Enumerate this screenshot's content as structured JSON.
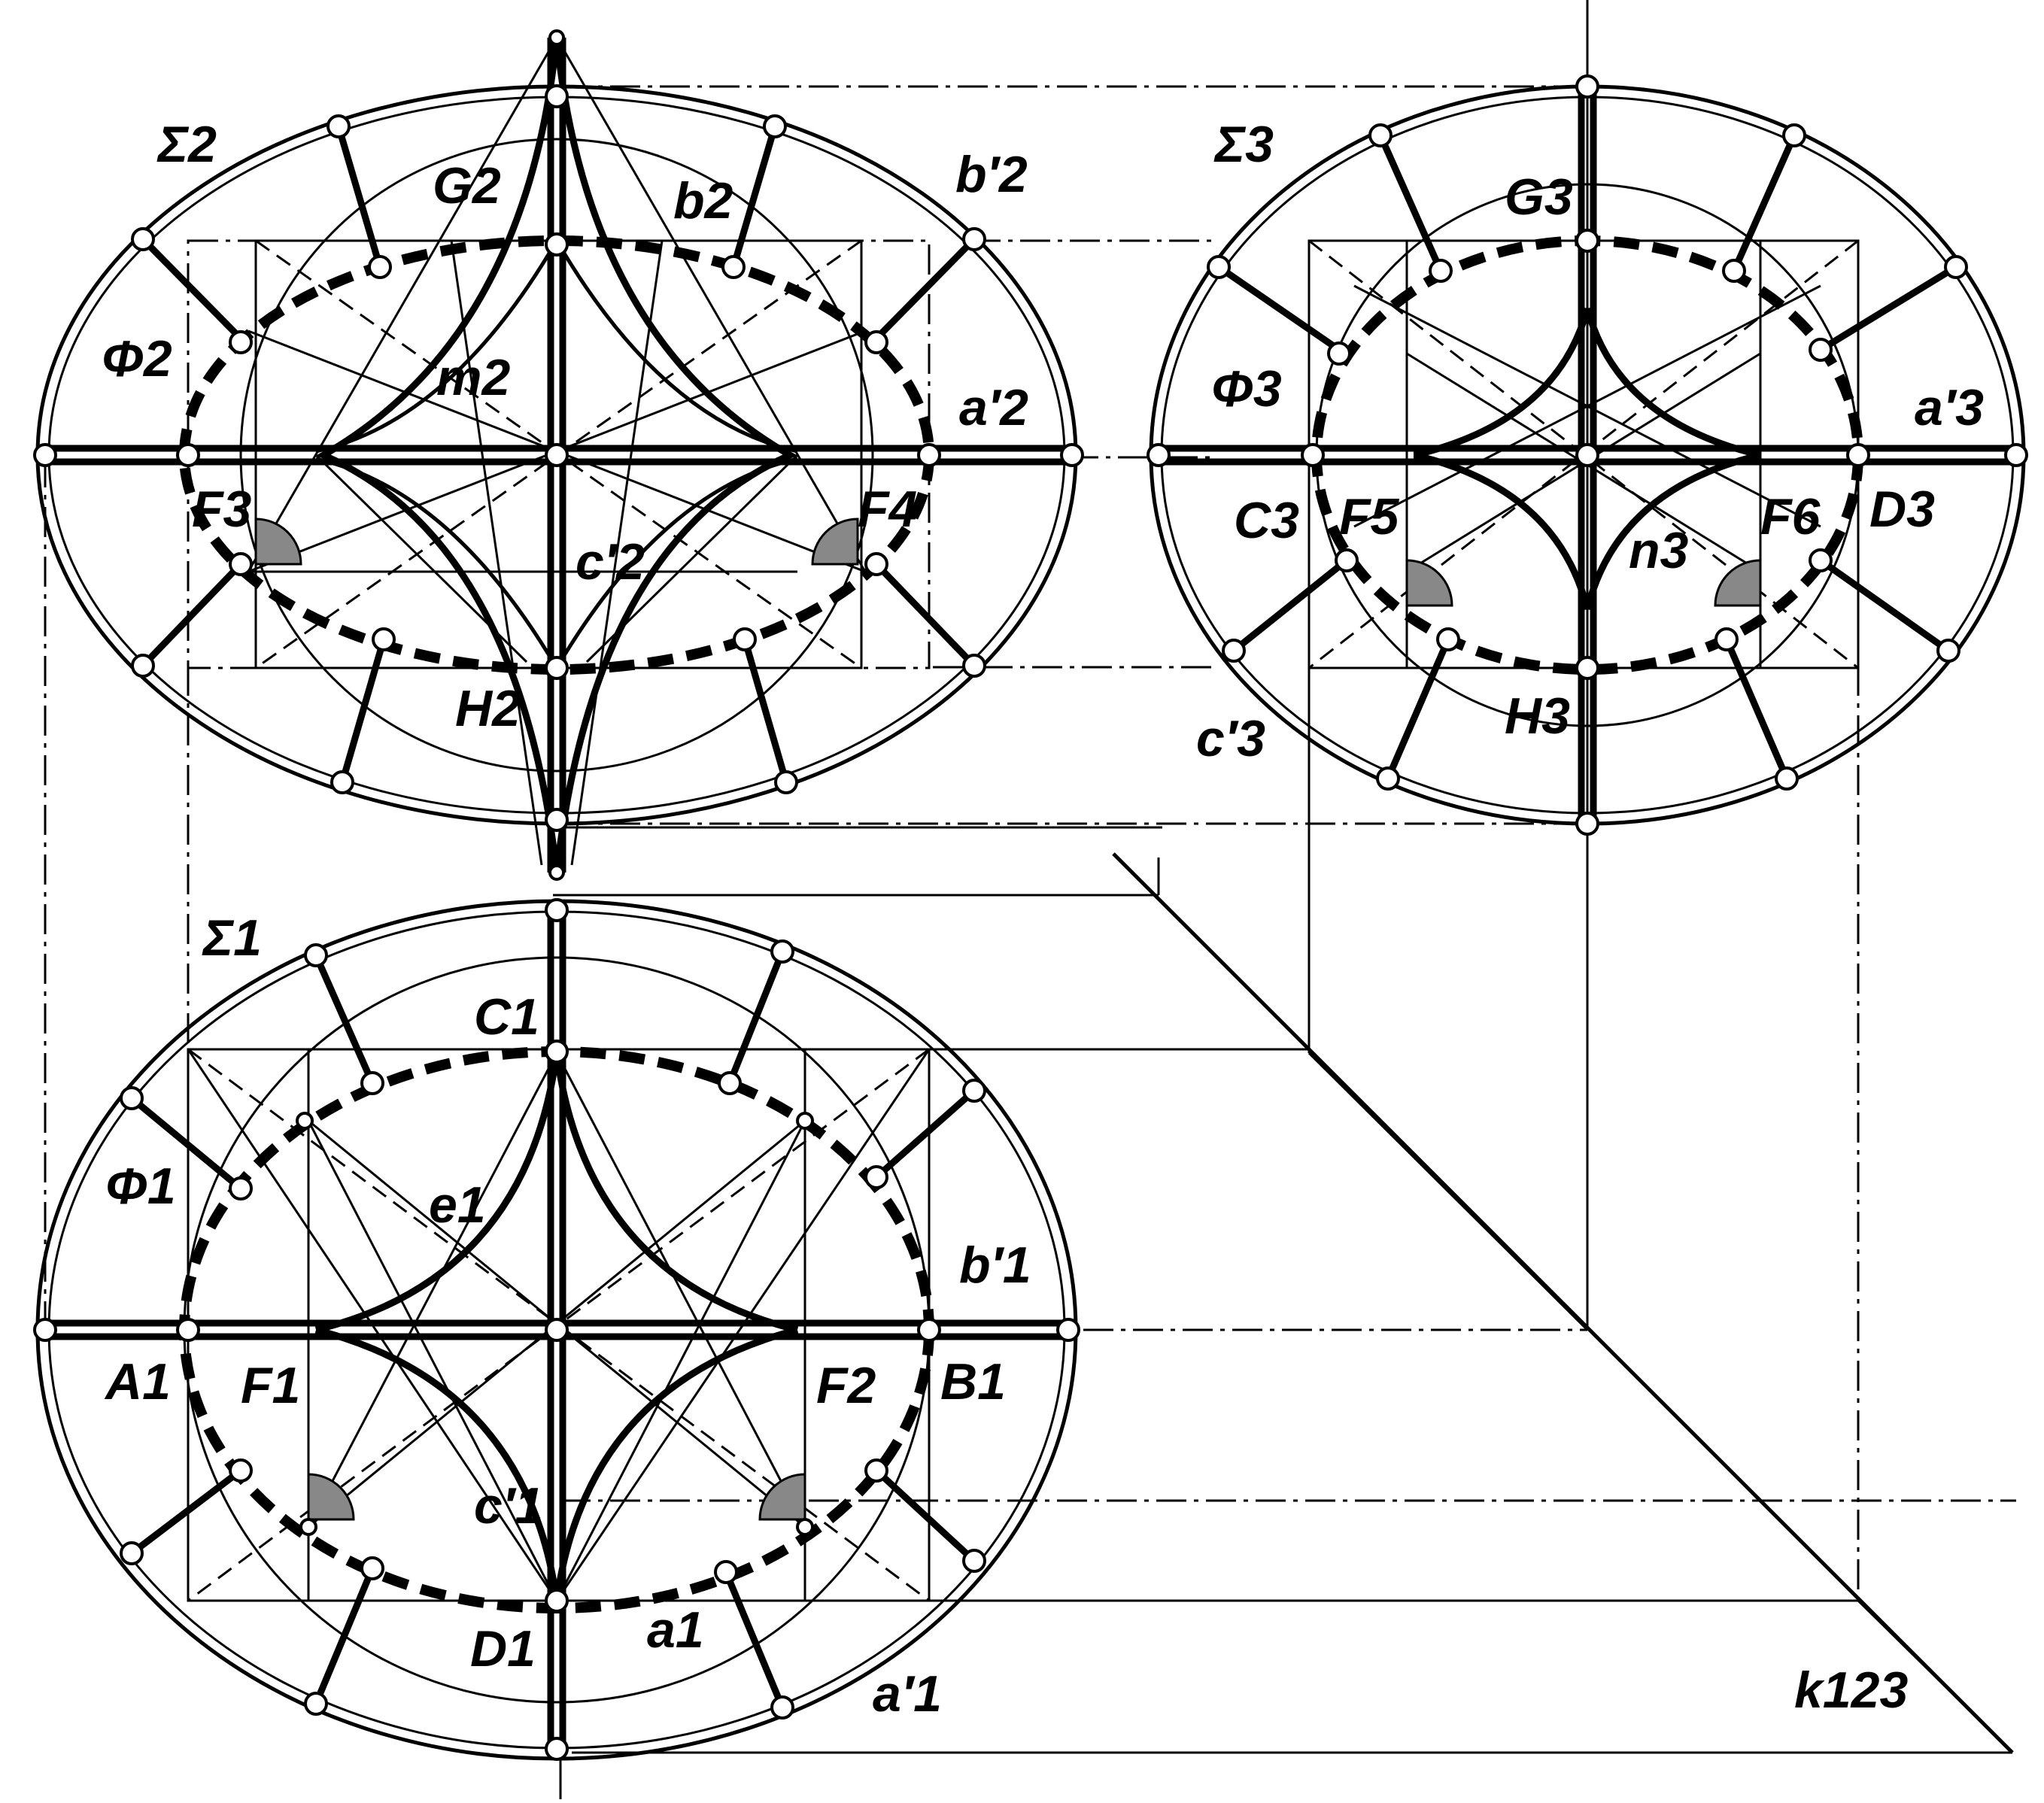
{
  "labels": {
    "sigma2": "Σ2",
    "sigma3": "Σ3",
    "sigma1": "Σ1",
    "G2": "G2",
    "G3": "G3",
    "b2": "b2",
    "b2p": "b′2",
    "b1p": "b′1",
    "a2p": "a′2",
    "a3p": "a′3",
    "a1": "a1",
    "a1p": "a′1",
    "phi2": "Φ2",
    "phi3": "Φ3",
    "phi1": "Φ1",
    "m2": "m2",
    "n3": "n3",
    "e1": "e1",
    "F1": "F1",
    "F2": "F2",
    "F3": "F3",
    "F4": "F4",
    "F5": "F5",
    "F6": "F6",
    "c2p": "c′2",
    "c3p": "c′3",
    "c1p": "c′1",
    "H2": "H2",
    "H3": "H3",
    "C3": "C3",
    "D3": "D3",
    "C1": "C1",
    "D1": "D1",
    "A1": "A1",
    "B1": "B1",
    "k123": "k123"
  }
}
